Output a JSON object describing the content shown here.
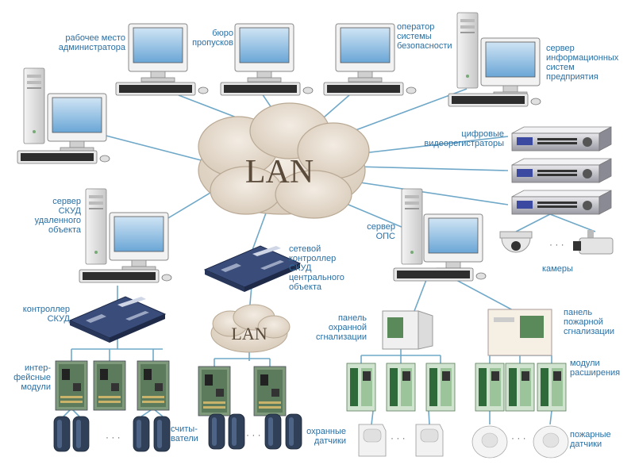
{
  "colors": {
    "label": "#2a6fa3",
    "link": "#6fa8c8",
    "cloud": "#e6dbcd",
    "cloud_edge": "#b9a994",
    "board": "#6c8a6a"
  },
  "cloud_main": {
    "text": "LAN",
    "icon": "cloud-icon"
  },
  "cloud_local": {
    "text": "LAN",
    "icon": "cloud-icon"
  },
  "labels": {
    "admin": "рабочее место\nадминистратора",
    "badges": "бюро\nпропусков",
    "operator": "оператор\nсистемы\nбезопасности",
    "server_ent": "сервер\nинформационных\nсистем\nпредприятия",
    "dvr": "цифровые\nвидеорегистраторы",
    "cameras": "камеры",
    "server_remote": "сервер\nСКУД\nудаленного\nобъекта",
    "net_ctrl": "сетевой\nконтроллер\nСКУД\nцентрального\nобъекта",
    "server_ops": "сервер\nОПС",
    "ctrl_skud": "контроллер\nСКУД",
    "interface_modules": "интер-\nфейсные\nмодули",
    "readers": "считы-\nватели",
    "security_panel": "панель\nохранной\nсгнализации",
    "fire_panel": "панель\nпожарной\nсгнализации",
    "expansion": "модули\nрасширения",
    "security_sensors": "охранные\nдатчики",
    "fire_sensors": "пожарные\nдатчики"
  },
  "ellipsis": "· · ·"
}
